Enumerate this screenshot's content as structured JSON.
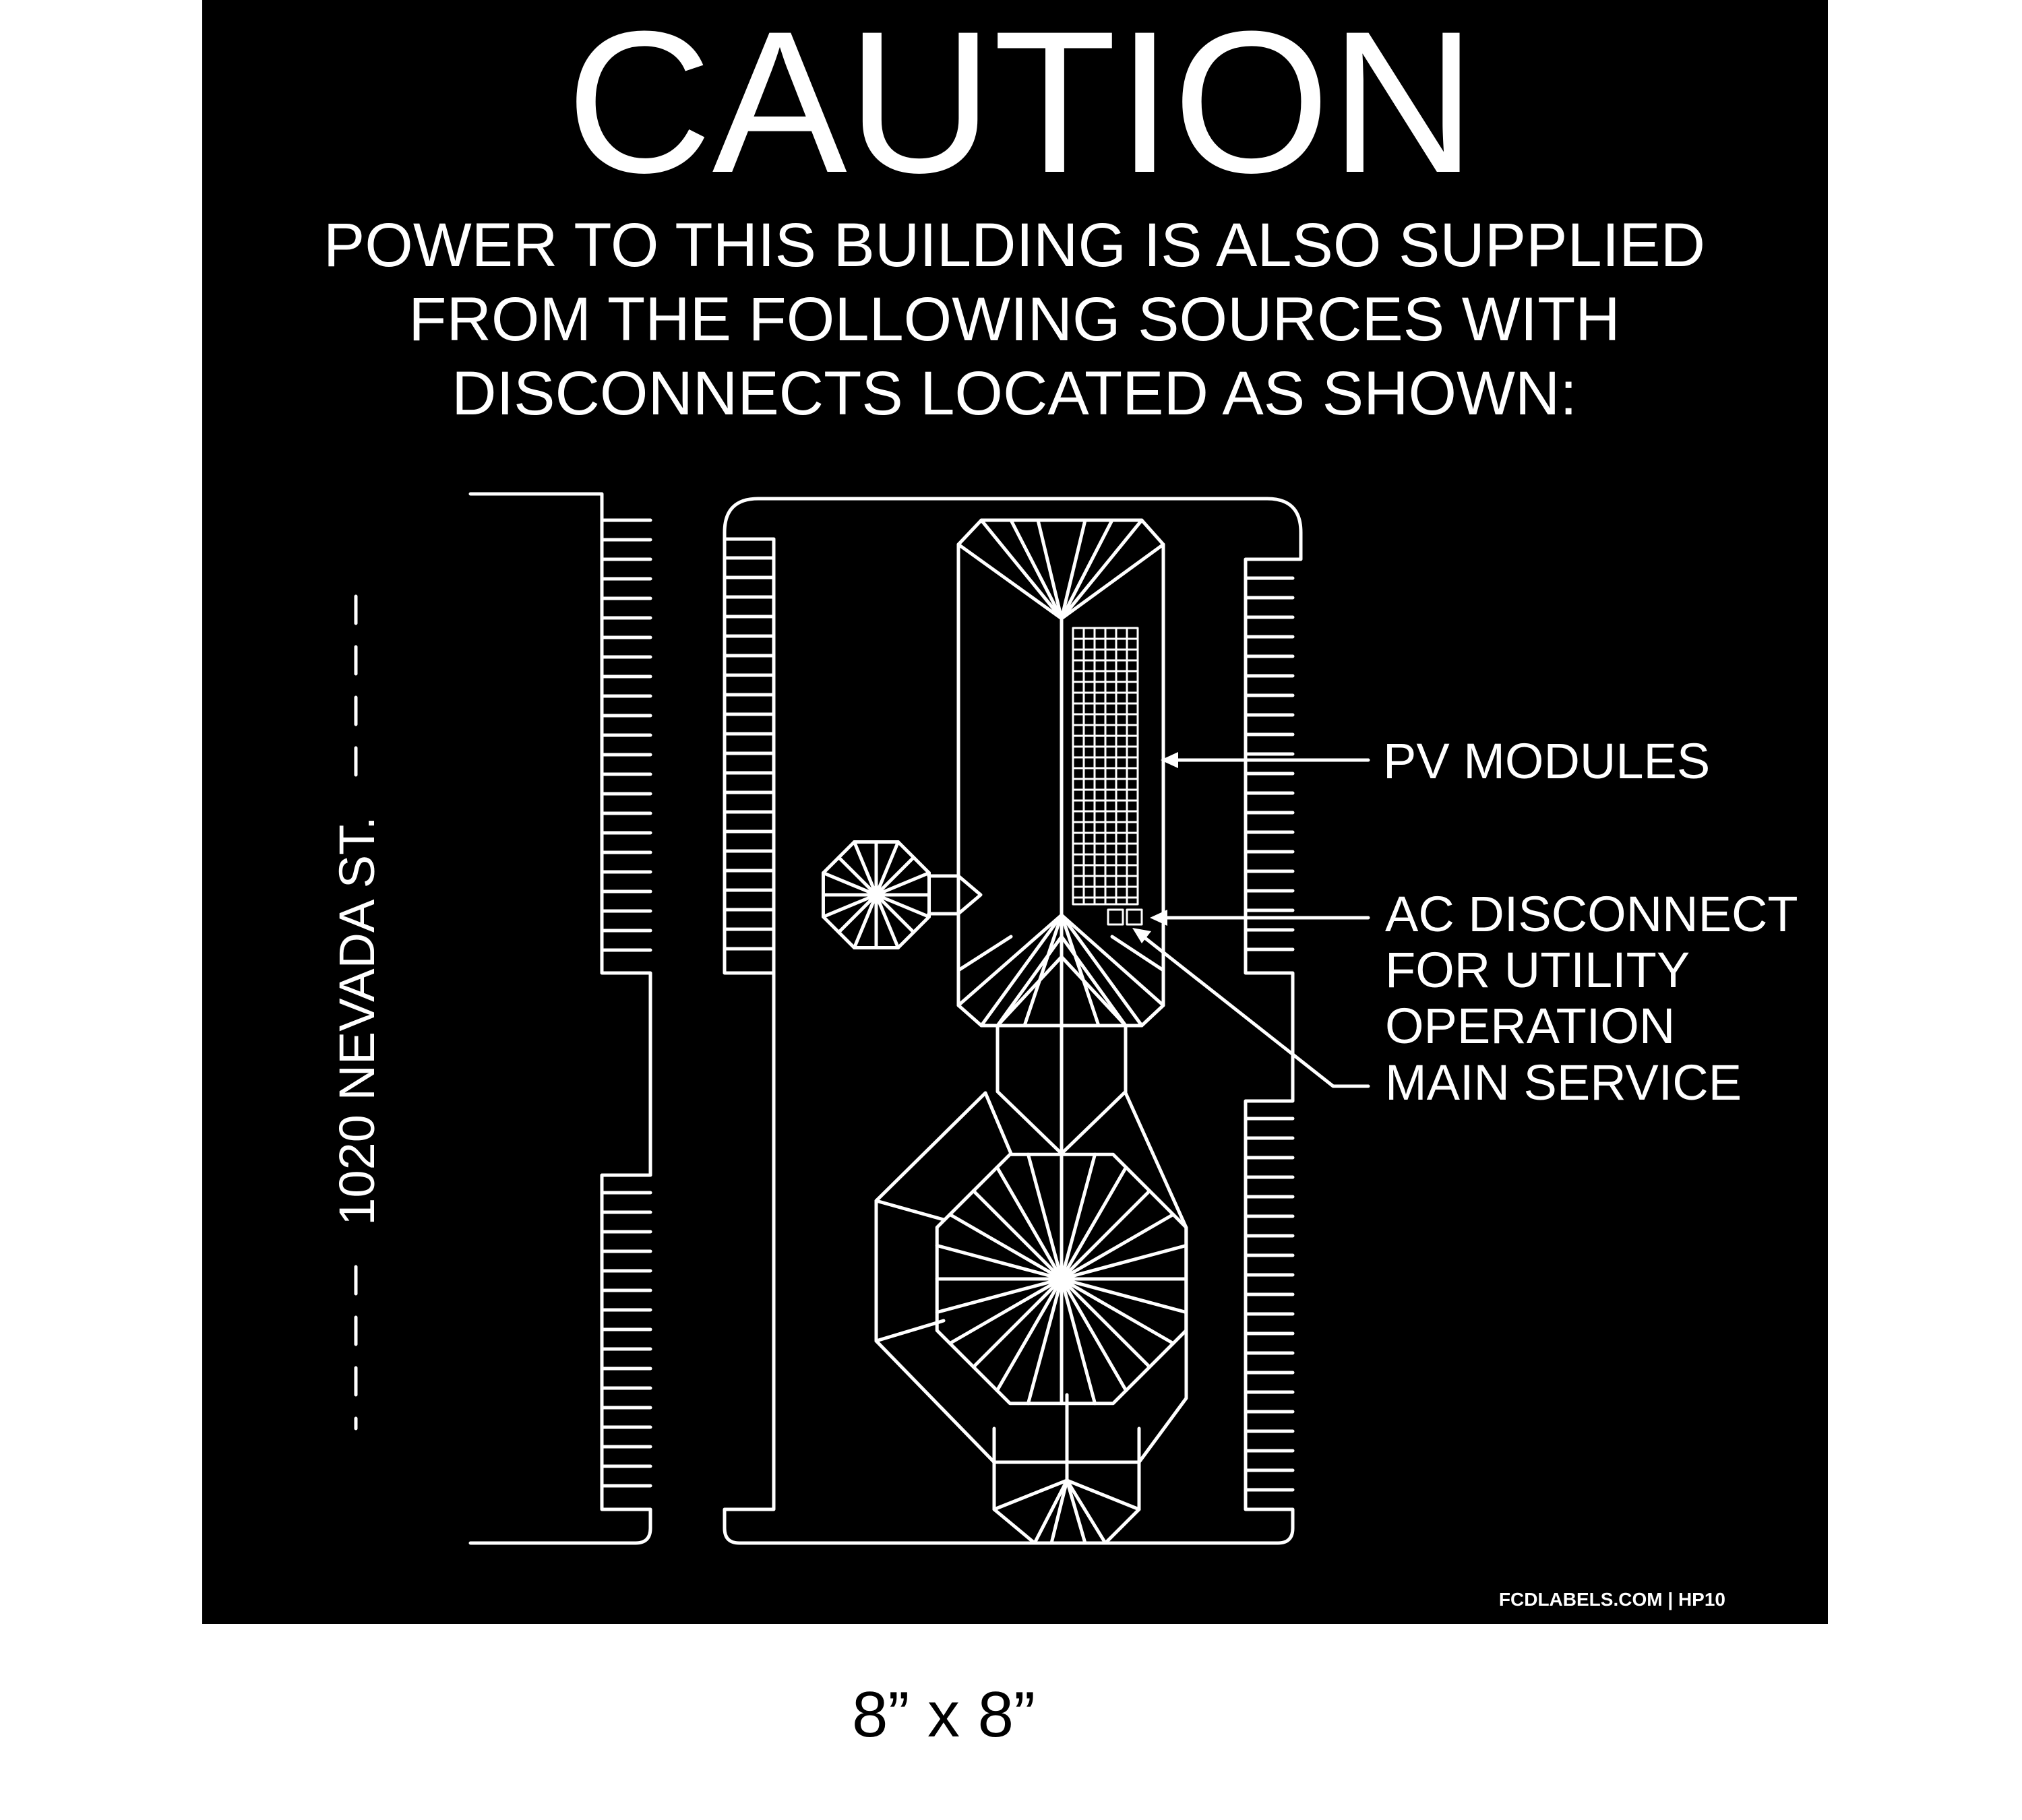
{
  "sign": {
    "heading": "CAUTION",
    "message_lines": [
      "POWER TO THIS BUILDING IS ALSO SUPPLIED",
      "FROM THE FOLLOWING SOURCES WITH",
      "DISCONNECTS LOCATED AS SHOWN:"
    ],
    "street_label": "1020 NEVADA ST.",
    "labels": {
      "pv_modules": "PV MODULES",
      "ac_disconnect": [
        "AC DISCONNECT",
        "FOR UTILITY",
        "OPERATION"
      ],
      "main_service": "MAIN SERVICE"
    },
    "footer": "FCDLABELS.COM | HP10",
    "colors": {
      "background": "#000000",
      "foreground": "#ffffff"
    }
  },
  "size_label": "8” x 8”"
}
